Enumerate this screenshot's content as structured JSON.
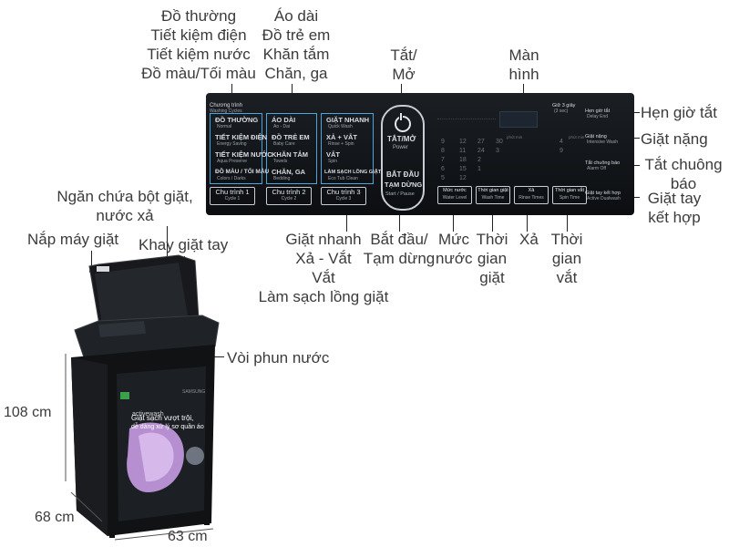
{
  "labels": {
    "panel_top_left": [
      "Đồ thường",
      "Tiết kiệm điện",
      "Tiết kiệm nước",
      "Đồ màu/Tối màu"
    ],
    "panel_top_mid": [
      "Áo dài",
      "Đồ trẻ em",
      "Khăn tắm",
      "Chăn, ga"
    ],
    "power": [
      "Tắt/",
      "Mở"
    ],
    "display": [
      "Màn",
      "hình"
    ],
    "right": [
      "Hẹn giờ tắt",
      "Giặt nặng",
      "Tắt chuông",
      "báo",
      "Giặt tay",
      "kết hợp"
    ],
    "cycle3_group": [
      "Giặt nhanh",
      "Xả - Vắt",
      "Vắt",
      "Làm sạch lồng giặt"
    ],
    "start_pause": [
      "Bắt đầu/",
      "Tạm dừng"
    ],
    "water_level": [
      "Mức",
      "nước"
    ],
    "wash_time": [
      "Thời",
      "gian",
      "giặt"
    ],
    "rinse": "Xả",
    "spin_time": [
      "Thời",
      "gian",
      "vắt"
    ],
    "detergent": [
      "Ngăn chứa bột giặt,",
      "nước xả"
    ],
    "lid": "Nắp máy giặt",
    "hand_tray": "Khay giặt tay",
    "nozzle": "Vòi phun nước",
    "dim_height": "108 cm",
    "dim_depth": "68 cm",
    "dim_width": "63 cm"
  },
  "panel": {
    "header": "Chương trình",
    "header_sub": "Washing Cycles",
    "col1": [
      {
        "vi": "ĐỒ THƯỜNG",
        "en": "Normal"
      },
      {
        "vi": "TIẾT KIỆM ĐIỆN",
        "en": "Energy Saving"
      },
      {
        "vi": "TIẾT KIỆM NƯỚC",
        "en": "Aqua Preserve"
      },
      {
        "vi": "ĐỒ MÀU / TỐI MÀU",
        "en": "Colors / Darks"
      }
    ],
    "col2": [
      {
        "vi": "ÁO DÀI",
        "en": "Ao - Dai"
      },
      {
        "vi": "ĐỒ TRẺ EM",
        "en": "Baby Care"
      },
      {
        "vi": "KHĂN TẮM",
        "en": "Towels"
      },
      {
        "vi": "CHĂN, GA",
        "en": "Bedding"
      }
    ],
    "col3": [
      {
        "vi": "GIẶT NHANH",
        "en": "Quick Wash"
      },
      {
        "vi": "XẢ + VẮT",
        "en": "Rinse + Spin"
      },
      {
        "vi": "VẮT",
        "en": "Spin"
      },
      {
        "vi": "LÀM SẠCH LỒNG GIẶT",
        "en": "Eco Tub Clean"
      }
    ],
    "cycle_buttons": [
      {
        "vi": "Chu trình 1",
        "en": "Cycle 1"
      },
      {
        "vi": "Chu trình 2",
        "en": "Cycle 2"
      },
      {
        "vi": "Chu trình 3",
        "en": "Cycle 3"
      }
    ],
    "power_vi": "TẮT/MỞ",
    "power_en": "Power",
    "start_vi_1": "BẮT ĐẦU",
    "start_vi_2": "TẠM DỪNG",
    "start_en": "Start / Pause",
    "func_buttons": [
      {
        "vi": "Mức nước",
        "en": "Water Level"
      },
      {
        "vi": "Thời gian giặt",
        "en": "Wash Time"
      },
      {
        "vi": "Xả",
        "en": "Rinse Times"
      },
      {
        "vi": "Thời gian vắt",
        "en": "Spin Time"
      }
    ],
    "right_items": [
      {
        "vi": "Hẹn giờ tắt",
        "en": "Delay End"
      },
      {
        "vi": "Giặt nặng",
        "en": "Intensive Wash"
      },
      {
        "vi": "Tắt chuông báo",
        "en": "Alarm Off"
      },
      {
        "vi": "Giặt tay kết hợp",
        "en": "Active Dualwash"
      }
    ],
    "hold_note": "Giữ 3 giây",
    "hold_note_en": "(3 sec)",
    "digits": [
      "9",
      "12",
      "27",
      "30",
      "8",
      "11",
      "24",
      "3",
      "7",
      "18",
      "2",
      "6",
      "15",
      "1",
      "5",
      "12",
      "4",
      "9"
    ],
    "min_label": "phút min"
  },
  "machine": {
    "brand_text": "activewash",
    "slogan_1": "Giặt sạch vượt trội,",
    "slogan_2": "dễ dàng xử lý sơ quần áo",
    "brand_side": "SAMSUNG"
  }
}
